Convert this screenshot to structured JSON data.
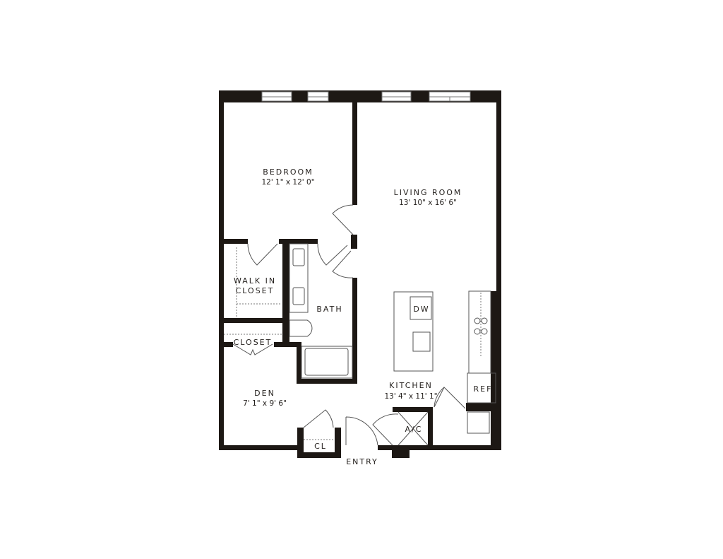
{
  "colors": {
    "wall": "#1d1814",
    "background": "#ffffff"
  },
  "rooms": {
    "bedroom": {
      "name": "BEDROOM",
      "size": "12' 1\" x 12' 0\""
    },
    "living": {
      "name": "LIVING ROOM",
      "size": "13' 10\" x 16' 6\""
    },
    "walkin": {
      "name_line1": "WALK IN",
      "name_line2": "CLOSET"
    },
    "bath": {
      "name": "BATH"
    },
    "closet": {
      "name": "CLOSET"
    },
    "den": {
      "name": "DEN",
      "size": "7' 1\" x 9' 6\""
    },
    "kitchen": {
      "name": "KITCHEN",
      "size": "13' 4\" x 11' 1\""
    },
    "cl": {
      "name": "CL"
    },
    "ac": {
      "name": "A/C"
    },
    "entry": {
      "name": "ENTRY"
    }
  },
  "fixtures": {
    "dishwasher": "DW",
    "refrigerator": "REF"
  }
}
